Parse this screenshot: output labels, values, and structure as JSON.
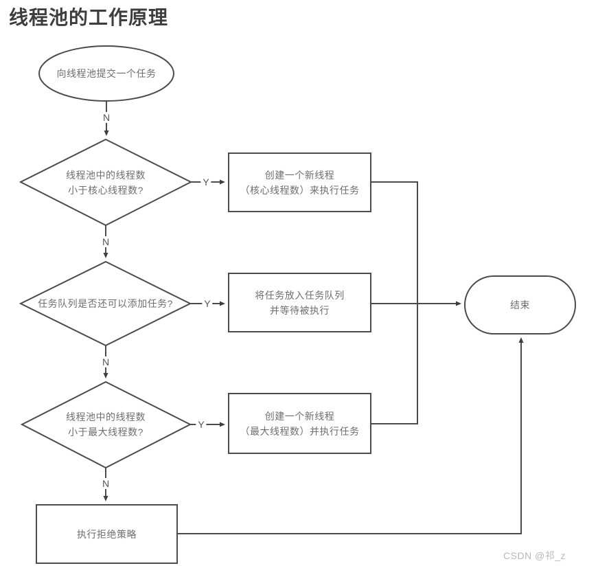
{
  "page": {
    "title": "线程池的工作原理",
    "watermark": "CSDN @祁_z"
  },
  "flowchart": {
    "nodes": {
      "start": {
        "type": "ellipse",
        "label": "向线程池提交一个任务"
      },
      "decision_core": {
        "type": "diamond",
        "label": "线程池中的线程数\n小于核心线程数?"
      },
      "process_core": {
        "type": "rect",
        "label": "创建一个新线程\n（核心线程数）来执行任务"
      },
      "decision_queue": {
        "type": "diamond",
        "label": "任务队列是否还可以添加任务?"
      },
      "process_queue": {
        "type": "rect",
        "label": "将任务放入任务队列\n并等待被执行"
      },
      "decision_max": {
        "type": "diamond",
        "label": "线程池中的线程数\n小于最大线程数?"
      },
      "process_max": {
        "type": "rect",
        "label": "创建一个新线程\n（最大线程数）并执行任务"
      },
      "reject": {
        "type": "rect",
        "label": "执行拒绝策略"
      },
      "end": {
        "type": "stadium",
        "label": "结束"
      }
    },
    "edge_labels": {
      "n1": "N",
      "n2": "N",
      "n3": "N",
      "n4": "N",
      "y1": "Y",
      "y2": "Y",
      "y3": "Y"
    },
    "colors": {
      "line": "#4a4a4a",
      "node_border": "#4a4a4a",
      "node_fill": "#ffffff",
      "node_text": "#6e6e6e",
      "title_text": "#3d3d3d",
      "watermark_text": "#b8b8b8"
    }
  }
}
